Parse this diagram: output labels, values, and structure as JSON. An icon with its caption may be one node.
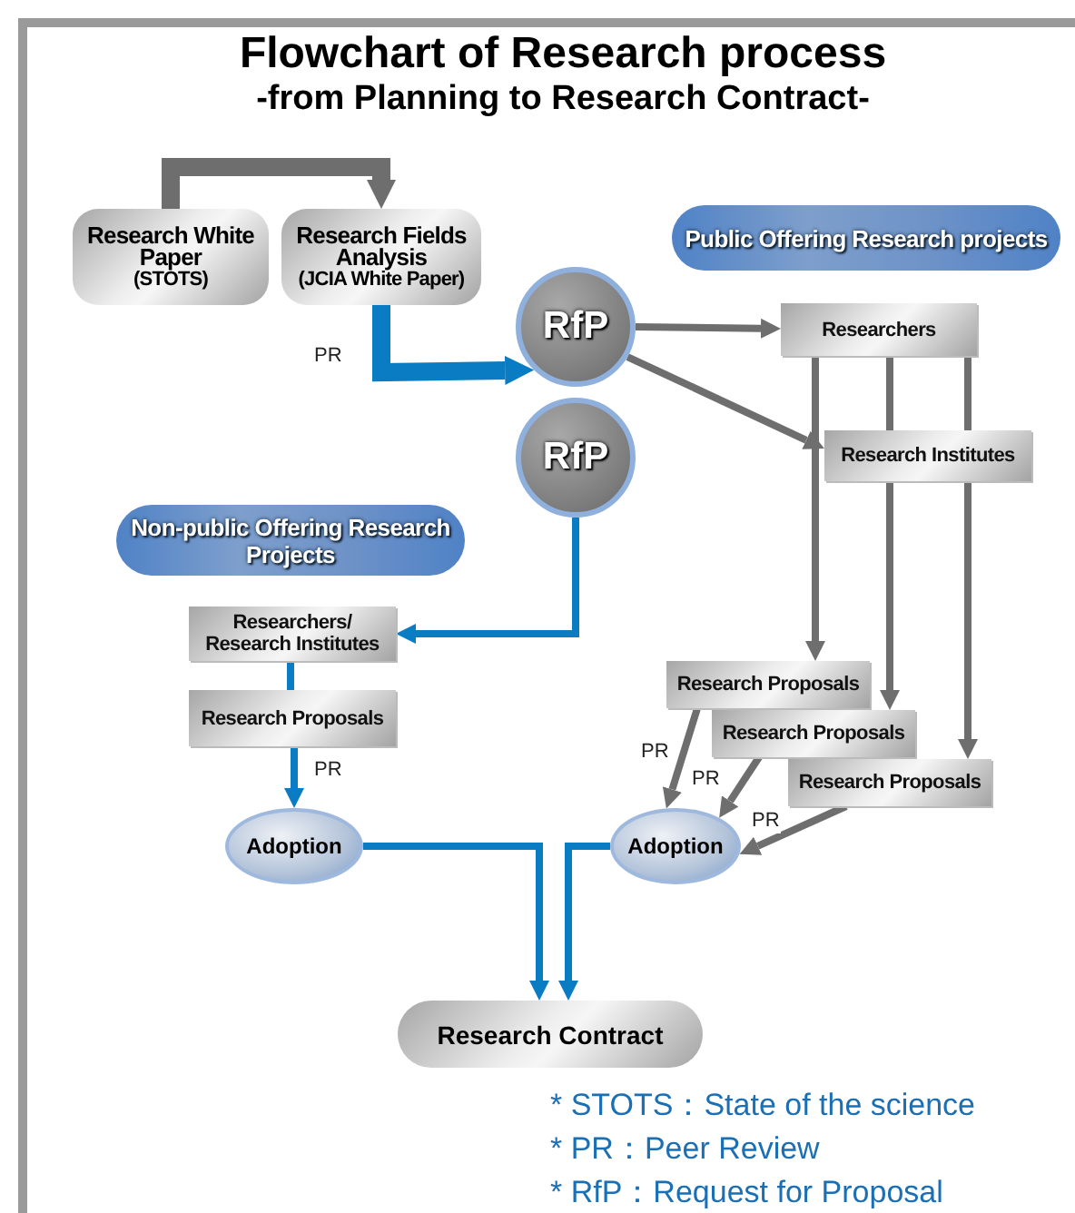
{
  "diagram": {
    "title": "Flowchart of Research process",
    "nodes": [
      {
        "text": [
          "Research White Paper",
          "(STOTS)"
        ]
      },
      {
        "text": [
          "Research Fields Analysis",
          "(JCIA White Paper)"
        ]
      },
      {
        "text": [
          "Public Offering Research projects"
        ]
      },
      {
        "text": [
          "RfP"
        ]
      },
      {
        "text": [
          "Researchers"
        ]
      },
      {
        "text": [
          "Research Institutes"
        ]
      },
      {
        "text": [
          "RfP"
        ]
      },
      {
        "text": [
          "Non-public Offering Research Projects"
        ]
      },
      {
        "text": [
          "Researchers/ Research Institutes"
        ]
      },
      {
        "text": [
          "Research Proposals"
        ]
      },
      {
        "text": [
          "Research Proposals"
        ]
      },
      {
        "text": [
          "Research Proposals"
        ]
      },
      {
        "text": [
          "Research Proposals"
        ]
      },
      {
        "text": [
          "Adoption"
        ]
      },
      {
        "text": [
          "Adoption"
        ]
      },
      {
        "text": [
          "Research Contract"
        ]
      }
    ],
    "edges": [
      {
        "from": 0,
        "to": 1,
        "arrow": "to",
        "style": "thick"
      },
      {
        "from": 1,
        "to": 3,
        "arrow": "to",
        "style": "thick",
        "color": "#0a7cc4",
        "label": "PR"
      },
      {
        "from": 3,
        "to": 4,
        "arrow": "to"
      },
      {
        "from": 3,
        "to": 5,
        "arrow": "to"
      },
      {
        "from": 4,
        "to": 10,
        "arrow": "to"
      },
      {
        "from": 4,
        "to": 5,
        "arrow": "none"
      },
      {
        "from": 4,
        "to": 5,
        "arrow": "none"
      },
      {
        "from": 5,
        "to": 11,
        "arrow": "to"
      },
      {
        "from": 5,
        "to": 12,
        "arrow": "to"
      },
      {
        "from": 6,
        "to": 8,
        "arrow": "to",
        "color": "#0a7cc4"
      },
      {
        "from": 8,
        "to": 9,
        "arrow": "none",
        "color": "#0a7cc4"
      },
      {
        "from": 9,
        "to": 13,
        "arrow": "to",
        "color": "#0a7cc4",
        "label": "PR"
      },
      {
        "from": 10,
        "to": 14,
        "arrow": "to",
        "label": "PR"
      },
      {
        "from": 11,
        "to": 14,
        "arrow": "to",
        "label": "PR"
      },
      {
        "from": 12,
        "to": 14,
        "arrow": "to",
        "label": "PR"
      },
      {
        "from": 13,
        "to": 15,
        "arrow": "to",
        "color": "#0a7cc4"
      },
      {
        "from": 14,
        "to": 15,
        "arrow": "to",
        "color": "#0a7cc4"
      }
    ],
    "labels": [
      "-from Planning to Research Contract-",
      "* STOTS：State of the science",
      "* PR：Peer Review",
      "* RfP：Request for Proposal"
    ]
  }
}
